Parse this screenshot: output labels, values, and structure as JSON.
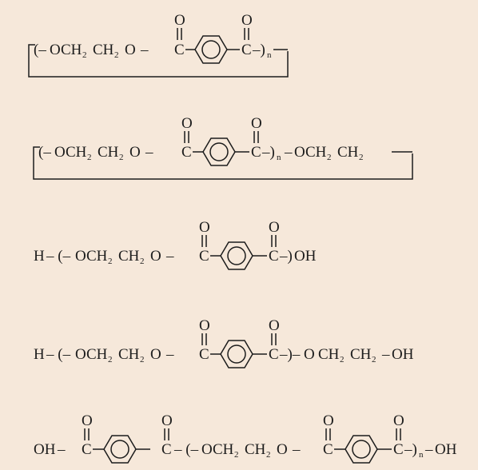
{
  "atoms": {
    "oxygen": "O",
    "carbon": "C",
    "hydrogen": "H",
    "hydroxyl": "OH",
    "ch2": "CH",
    "two": "2",
    "n": "n"
  },
  "colors": {
    "background": "#f6e8da",
    "ink": "#1c1c1c"
  },
  "structures": [
    {
      "id": "cyclic-oligomer-1"
    },
    {
      "id": "cyclic-oligomer-2"
    },
    {
      "id": "linear-h-oh"
    },
    {
      "id": "linear-h-glycol-end"
    },
    {
      "id": "linear-acid-end"
    }
  ]
}
